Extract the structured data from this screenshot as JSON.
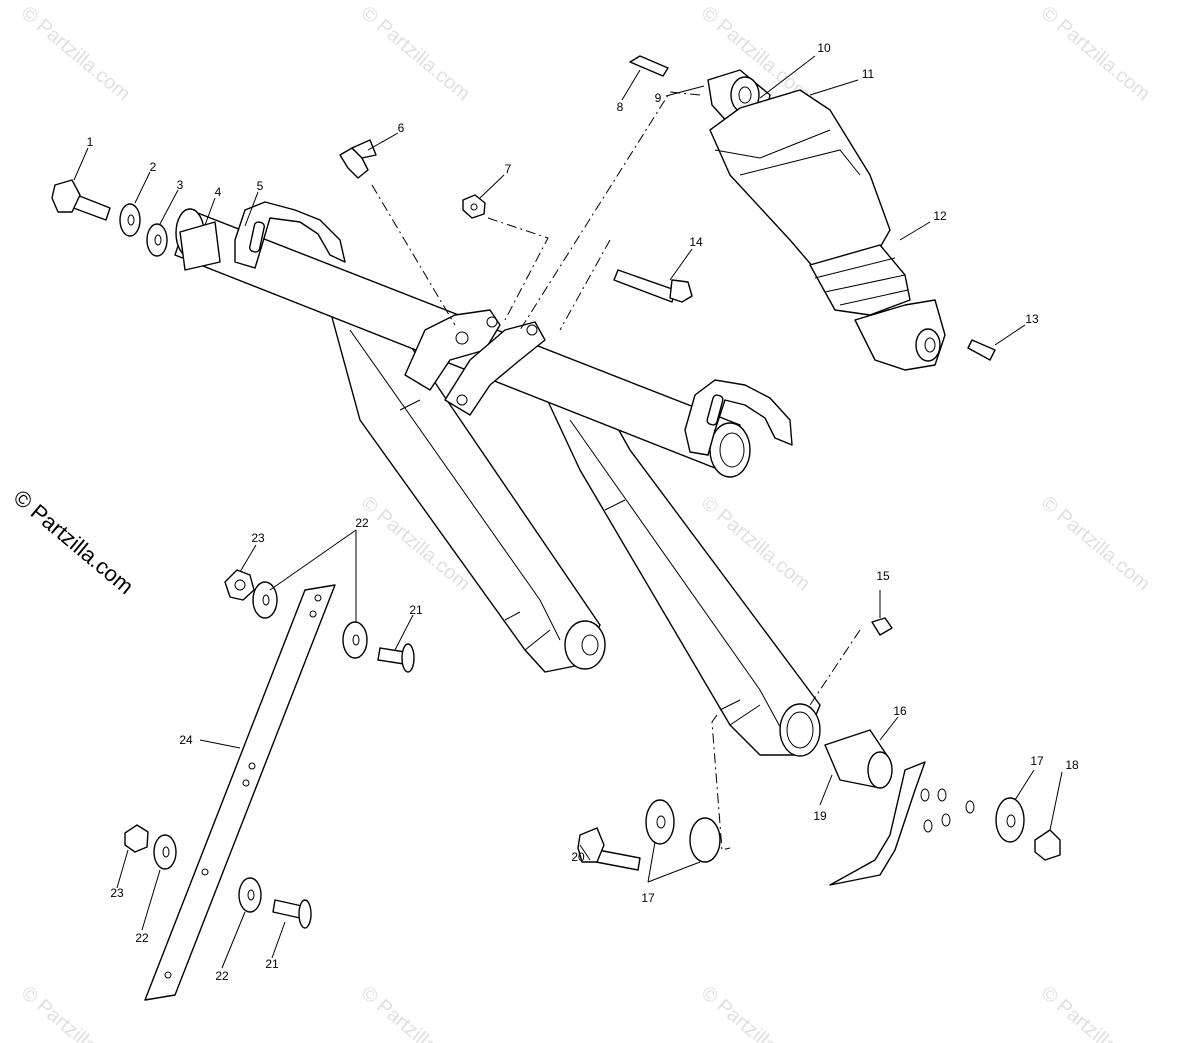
{
  "copyright": "© Partzilla.com",
  "watermark_text": "© Partzilla.com",
  "callouts": [
    "1",
    "2",
    "3",
    "4",
    "5",
    "6",
    "7",
    "8",
    "9",
    "10",
    "11",
    "12",
    "13",
    "14",
    "15",
    "16",
    "17",
    "17",
    "17",
    "18",
    "19",
    "20",
    "21",
    "21",
    "22",
    "22",
    "22",
    "22",
    "23",
    "23",
    "24"
  ]
}
